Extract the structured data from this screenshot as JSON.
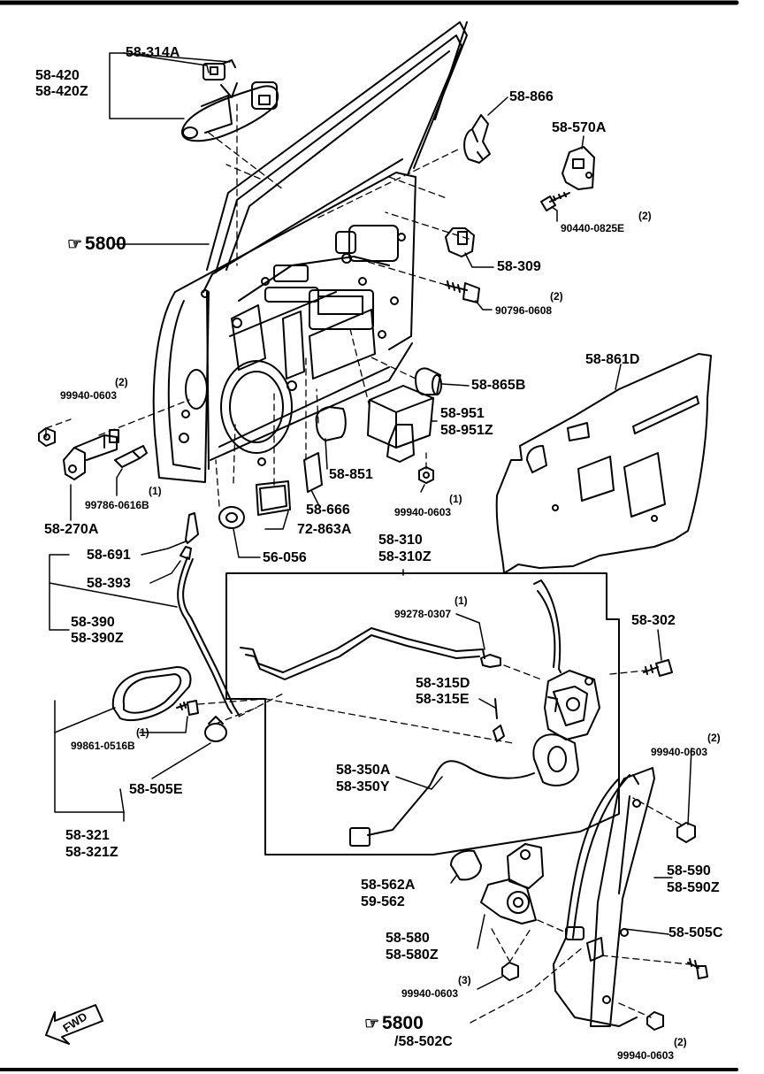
{
  "diagram": {
    "labels": {
      "l58_420": "58-420",
      "l58_420Z": "58-420Z",
      "l58_314A": "58-314A",
      "l58_866": "58-866",
      "l58_570A": "58-570A",
      "l90440": "90440-0825E",
      "l5800_top": "5800",
      "l58_309": "58-309",
      "l90796": "90796-0608",
      "l58_861D": "58-861D",
      "l58_865B": "58-865B",
      "l99940_a": "99940-0603",
      "l58_951": "58-951",
      "l58_951Z": "58-951Z",
      "l58_851": "58-851",
      "l99786": "99786-0616B",
      "l58_666": "58-666",
      "l99940_b": "99940-0603",
      "l58_270A": "58-270A",
      "l72_863A": "72-863A",
      "l58_310": "58-310",
      "l58_310Z": "58-310Z",
      "l56_056": "56-056",
      "l58_691": "58-691",
      "l58_393": "58-393",
      "l99278": "99278-0307",
      "l58_390": "58-390",
      "l58_390Z": "58-390Z",
      "l58_302": "58-302",
      "l58_315D": "58-315D",
      "l58_315E": "58-315E",
      "l99861": "99861-0516B",
      "l99940_c": "99940-0603",
      "l58_505E": "58-505E",
      "l58_350A": "58-350A",
      "l58_350Y": "58-350Y",
      "l58_321": "58-321",
      "l58_321Z": "58-321Z",
      "l58_590": "58-590",
      "l58_590Z": "58-590Z",
      "l58_562A": "58-562A",
      "l59_562": "59-562",
      "l58_505C": "58-505C",
      "l58_580": "58-580",
      "l58_580Z": "58-580Z",
      "l99940_d": "99940-0603",
      "l5800_bottom": "5800",
      "l58_502C": "/58-502C",
      "l99940_e": "99940-0603"
    },
    "quantities": {
      "q90440": "(2)",
      "q90796": "(2)",
      "q99940_a": "(2)",
      "q99786": "(1)",
      "q99940_b": "(1)",
      "q99278": "(1)",
      "q99861": "(1)",
      "q99940_c": "(2)",
      "q99940_d": "(3)",
      "q99940_e": "(2)"
    },
    "fwd_text": "FWD",
    "ref_icon": "pointing-hand-icon"
  }
}
